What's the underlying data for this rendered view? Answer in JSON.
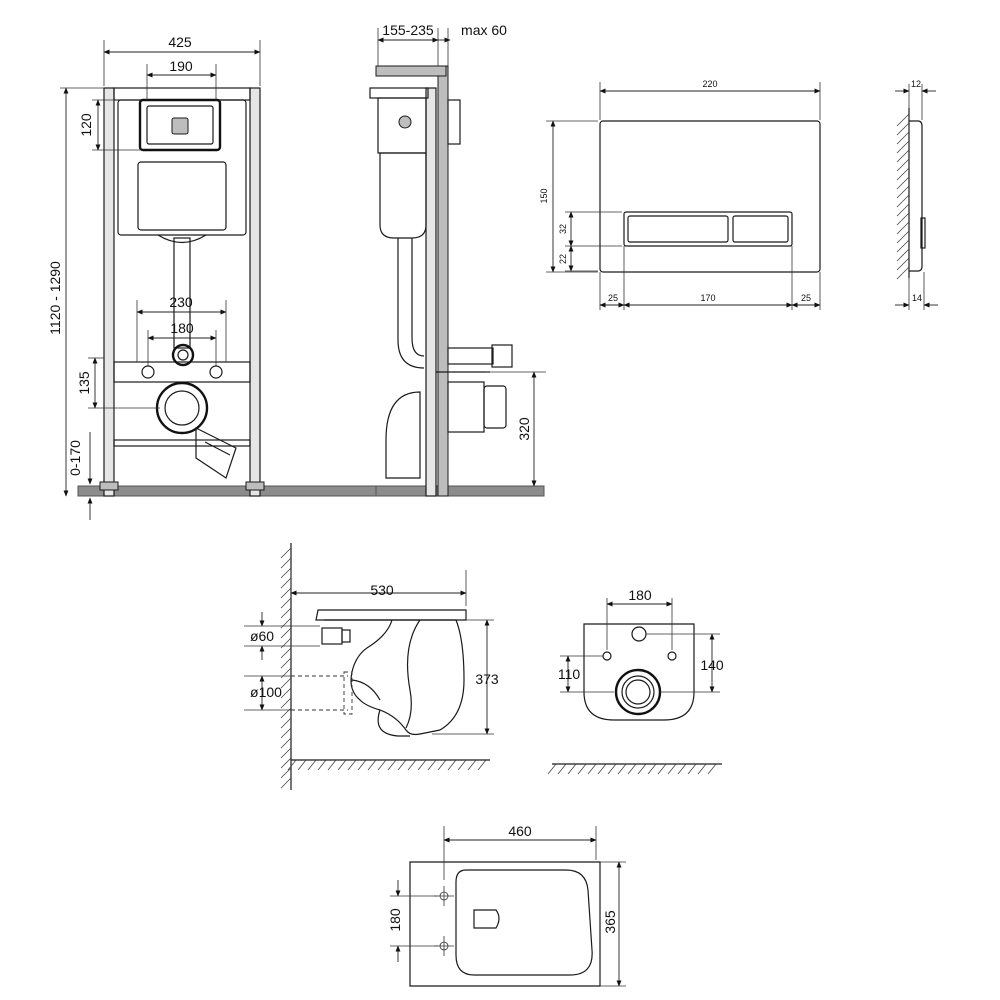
{
  "frame_front": {
    "width": "425",
    "top_spacing": "190",
    "plate_height": "120",
    "total_height": "1120 - 1290",
    "stud_spacing_outer": "230",
    "stud_spacing_inner": "180",
    "drain_height": "135",
    "leg_adjust": "0-170"
  },
  "frame_side": {
    "depth": "155-235",
    "wall_max": "max 60",
    "outlet_height": "320"
  },
  "flush_plate": {
    "width": "220",
    "height": "150",
    "button_height": "32",
    "button_bottom": "22",
    "margin_left": "25",
    "button_width": "170",
    "margin_right": "25",
    "thickness_top": "12",
    "thickness_bottom": "14"
  },
  "bowl_side": {
    "length": "530",
    "inlet_diameter": "ø60",
    "outlet_diameter": "ø100",
    "height": "373"
  },
  "bowl_back": {
    "stud_spacing": "180",
    "stud_height": "110",
    "inlet_height": "140"
  },
  "bowl_top": {
    "width": "460",
    "stud_spacing": "180",
    "depth": "365"
  }
}
